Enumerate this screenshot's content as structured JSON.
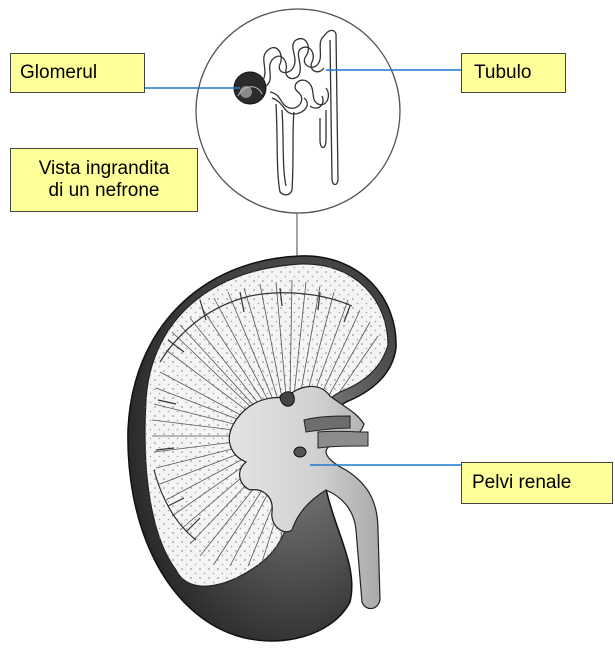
{
  "labels": {
    "glomerul": "Glomerul",
    "tubulo": "Tubulo",
    "vista_line1": "Vista ingrandita",
    "vista_line2": "di un nefrone",
    "pelvi": "Pelvi renale"
  },
  "colors": {
    "label_fill": "#ffff99",
    "leader_line": "#1f77d0",
    "kidney_outer": "#3a3a3a",
    "cortex": "#f2f2f2",
    "pelvis": "#d9d9d9"
  }
}
